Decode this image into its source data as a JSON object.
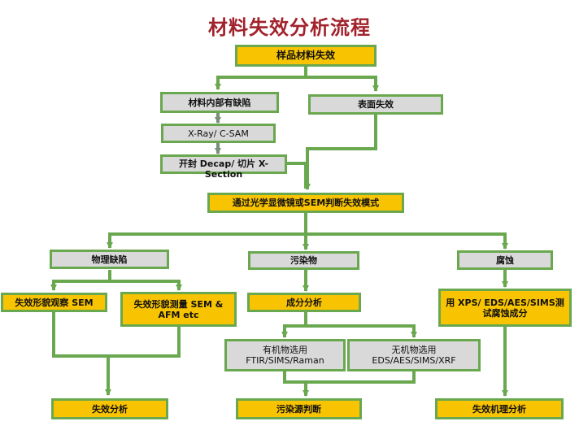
{
  "title": "材料失效分析流程",
  "nodes": {
    "sample": "样品材料失效",
    "internal": "材料内部有缺陷",
    "surface": "表面失效",
    "xray": "X-Ray/ C-SAM",
    "decap": "开封 Decap/ 切片 X-Section",
    "observe": "通过光学显微镜或SEM判断失效模式",
    "physical": "物理缺陷",
    "contaminant": "污染物",
    "corrosion": "腐蚀",
    "morph_obs": "失效形貌观察 SEM",
    "morph_meas": "失效形貌测量 SEM & AFM  etc",
    "composition": "成分分析",
    "xps": "用 XPS/ EDS/AES/SIMS测试腐蚀成分",
    "organic_title": "有机物选用",
    "organic_sub": "FTIR/SIMS/Raman",
    "inorganic_title": "无机物选用",
    "inorganic_sub": "EDS/AES/SIMS/XRF",
    "failure_analysis": "失效分析",
    "contam_source": "污染源判断",
    "failure_mech": "失效机理分析"
  },
  "colors": {
    "connector": "#6aa84f",
    "gold_box": "#f8c300",
    "grey_box": "#d9d9d9",
    "title": "#a2222c"
  }
}
